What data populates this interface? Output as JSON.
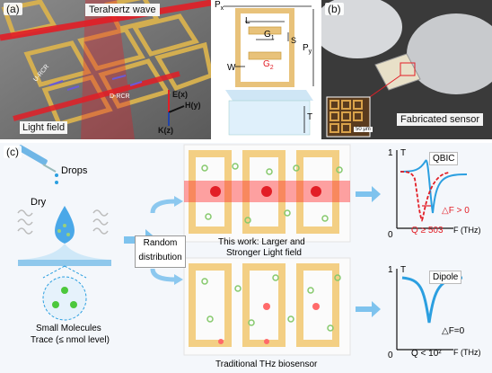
{
  "panels": {
    "a": {
      "tag": "(a)",
      "title": "Terahertz wave",
      "light_field": "Light field",
      "urcr": "U-RCR",
      "drcr": "D-RCR",
      "axes": {
        "e": "E(x)",
        "h": "H(y)",
        "k": "K(z)"
      }
    },
    "unit_cell": {
      "px": "P",
      "px_sub": "x",
      "py": "P",
      "py_sub": "y",
      "l": "L",
      "g1": "G",
      "g1_sub": "1",
      "g2": "G",
      "g2_sub": "2",
      "s": "S",
      "w": "W",
      "t": "T"
    },
    "b": {
      "tag": "(b)",
      "caption": "Fabricated sensor",
      "scale": "50 μm"
    },
    "c": {
      "tag": "(c)",
      "drops": "Drops",
      "dry": "Dry",
      "molecules_line1": "Small Molecules",
      "molecules_line2": "Trace (≤ nmol level)",
      "random_line1": "Random",
      "random_line2": "distribution",
      "this_work_line1": "This work: Larger and",
      "this_work_line2": "Stronger Light field",
      "traditional": "Traditional THz biosensor",
      "qbic_plot": {
        "title": "QBIC",
        "y1": "1",
        "y0": "0",
        "t": "T",
        "xaxis": "F (THz)",
        "df": "△F > 0",
        "q": "Q ≥ 503"
      },
      "dipole_plot": {
        "title": "Dipole",
        "y1": "1",
        "y0": "0",
        "t": "T",
        "xaxis": "F (THz)",
        "df": "△F=0",
        "q": "Q  < 10²"
      }
    }
  },
  "colors": {
    "gold": "#e8b64e",
    "red": "#e21e26",
    "blue": "#2b9fe0",
    "dark": "#1b1b1b"
  }
}
